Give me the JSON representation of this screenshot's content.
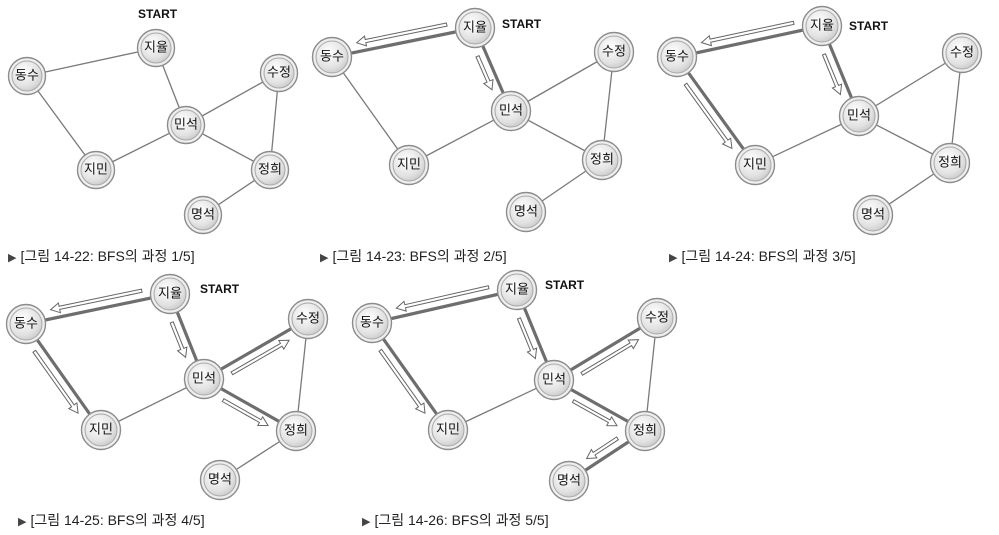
{
  "start_label": "START",
  "caption_marker": "▶",
  "nodes": [
    {
      "id": "jiyul",
      "label": "지율"
    },
    {
      "id": "dongsu",
      "label": "동수"
    },
    {
      "id": "sujeong",
      "label": "수정"
    },
    {
      "id": "minseok",
      "label": "민석"
    },
    {
      "id": "jimin",
      "label": "지민"
    },
    {
      "id": "jeonghui",
      "label": "정희"
    },
    {
      "id": "myeongseok",
      "label": "명석"
    }
  ],
  "edges": [
    [
      "jiyul",
      "dongsu"
    ],
    [
      "jiyul",
      "minseok"
    ],
    [
      "dongsu",
      "jimin"
    ],
    [
      "jimin",
      "minseok"
    ],
    [
      "minseok",
      "sujeong"
    ],
    [
      "minseok",
      "jeonghui"
    ],
    [
      "sujeong",
      "jeonghui"
    ],
    [
      "jeonghui",
      "myeongseok"
    ]
  ],
  "panels": [
    {
      "caption": "[그림 14-22: BFS의 과정 1/5]",
      "visited_edges": [],
      "arrows": []
    },
    {
      "caption": "[그림 14-23: BFS의 과정 2/5]",
      "visited_edges": [
        [
          "jiyul",
          "dongsu"
        ],
        [
          "jiyul",
          "minseok"
        ]
      ],
      "arrows": [
        [
          "jiyul",
          "dongsu"
        ],
        [
          "jiyul",
          "minseok"
        ]
      ]
    },
    {
      "caption": "[그림 14-24: BFS의 과정 3/5]",
      "visited_edges": [
        [
          "jiyul",
          "dongsu"
        ],
        [
          "jiyul",
          "minseok"
        ],
        [
          "dongsu",
          "jimin"
        ]
      ],
      "arrows": [
        [
          "jiyul",
          "dongsu"
        ],
        [
          "jiyul",
          "minseok"
        ],
        [
          "dongsu",
          "jimin"
        ]
      ]
    },
    {
      "caption": "[그림 14-25: BFS의 과정 4/5]",
      "visited_edges": [
        [
          "jiyul",
          "dongsu"
        ],
        [
          "jiyul",
          "minseok"
        ],
        [
          "dongsu",
          "jimin"
        ],
        [
          "minseok",
          "sujeong"
        ],
        [
          "minseok",
          "jeonghui"
        ]
      ],
      "arrows": [
        [
          "jiyul",
          "dongsu"
        ],
        [
          "jiyul",
          "minseok"
        ],
        [
          "dongsu",
          "jimin"
        ],
        [
          "minseok",
          "sujeong"
        ],
        [
          "minseok",
          "jeonghui"
        ]
      ]
    },
    {
      "caption": "[그림 14-26: BFS의 과정 5/5]",
      "visited_edges": [
        [
          "jiyul",
          "dongsu"
        ],
        [
          "jiyul",
          "minseok"
        ],
        [
          "dongsu",
          "jimin"
        ],
        [
          "minseok",
          "sujeong"
        ],
        [
          "minseok",
          "jeonghui"
        ],
        [
          "jeonghui",
          "myeongseok"
        ]
      ],
      "arrows": [
        [
          "jiyul",
          "dongsu"
        ],
        [
          "jiyul",
          "minseok"
        ],
        [
          "dongsu",
          "jimin"
        ],
        [
          "minseok",
          "sujeong"
        ],
        [
          "minseok",
          "jeonghui"
        ],
        [
          "jeonghui",
          "myeongseok"
        ]
      ]
    }
  ]
}
